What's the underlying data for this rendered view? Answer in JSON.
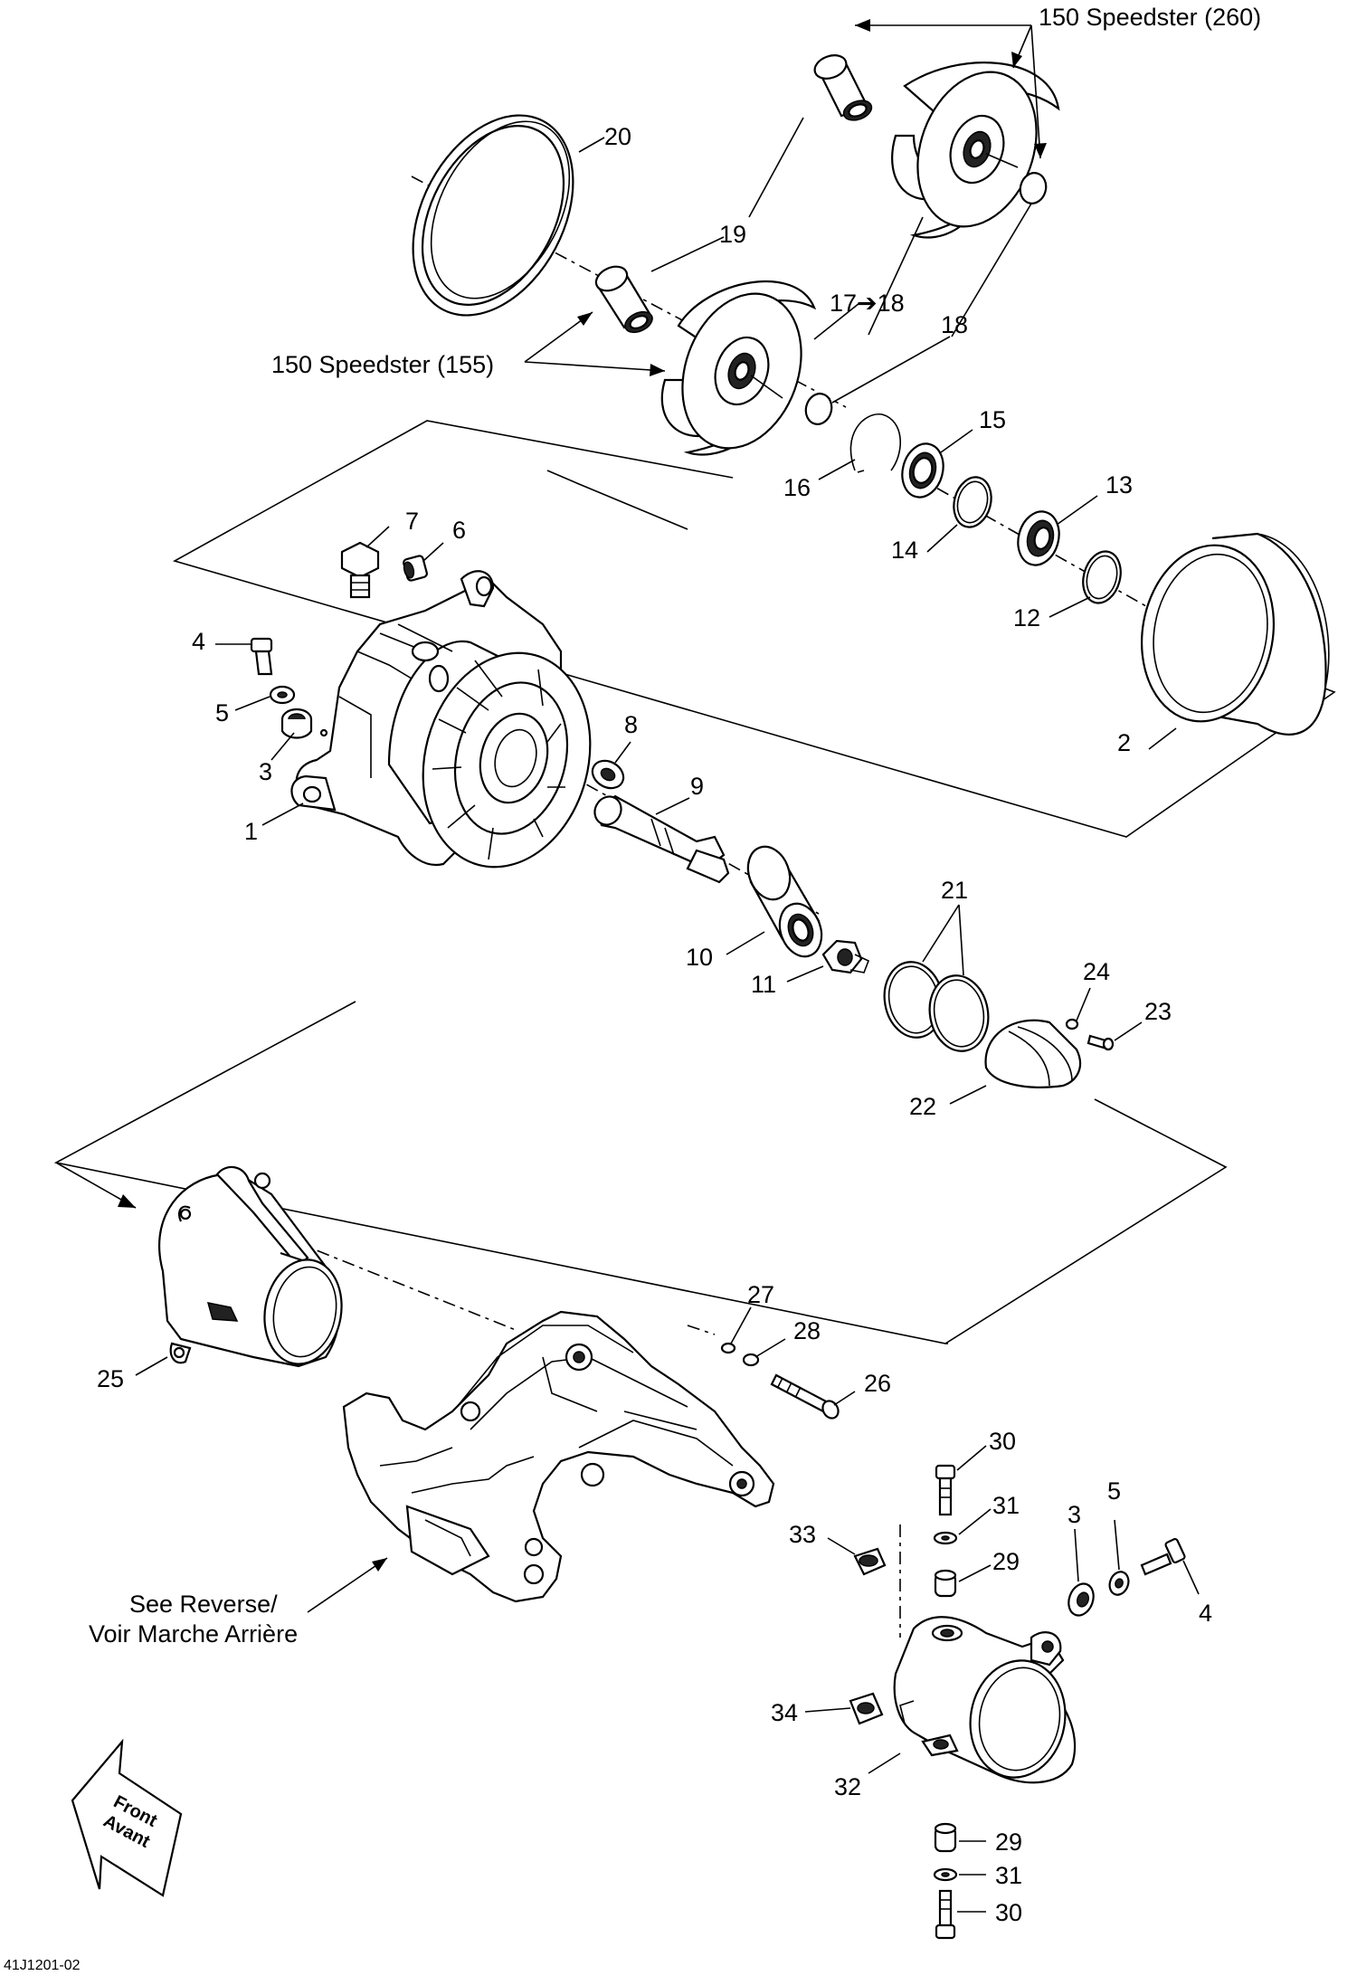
{
  "callouts": [
    {
      "id": "c20",
      "text": "20"
    },
    {
      "id": "c19a",
      "text": "19"
    },
    {
      "id": "c17",
      "text": "17➔18"
    },
    {
      "id": "c18a",
      "text": "18"
    },
    {
      "id": "c15",
      "text": "15"
    },
    {
      "id": "c16",
      "text": "16"
    },
    {
      "id": "c13",
      "text": "13"
    },
    {
      "id": "c14",
      "text": "14"
    },
    {
      "id": "c12",
      "text": "12"
    },
    {
      "id": "c7",
      "text": "7"
    },
    {
      "id": "c6",
      "text": "6"
    },
    {
      "id": "c4a",
      "text": "4"
    },
    {
      "id": "c5a",
      "text": "5"
    },
    {
      "id": "c3a",
      "text": "3"
    },
    {
      "id": "c1",
      "text": "1"
    },
    {
      "id": "c8",
      "text": "8"
    },
    {
      "id": "c9",
      "text": "9"
    },
    {
      "id": "c2",
      "text": "2"
    },
    {
      "id": "c21",
      "text": "21"
    },
    {
      "id": "c10",
      "text": "10"
    },
    {
      "id": "c11",
      "text": "11"
    },
    {
      "id": "c24",
      "text": "24"
    },
    {
      "id": "c23",
      "text": "23"
    },
    {
      "id": "c22",
      "text": "22"
    },
    {
      "id": "c25",
      "text": "25"
    },
    {
      "id": "c27",
      "text": "27"
    },
    {
      "id": "c28",
      "text": "28"
    },
    {
      "id": "c26",
      "text": "26"
    },
    {
      "id": "c30a",
      "text": "30"
    },
    {
      "id": "c31a",
      "text": "31"
    },
    {
      "id": "c29a",
      "text": "29"
    },
    {
      "id": "c33",
      "text": "33"
    },
    {
      "id": "c3b",
      "text": "3"
    },
    {
      "id": "c5b",
      "text": "5"
    },
    {
      "id": "c4b",
      "text": "4"
    },
    {
      "id": "c34",
      "text": "34"
    },
    {
      "id": "c32",
      "text": "32"
    },
    {
      "id": "c29b",
      "text": "29"
    },
    {
      "id": "c31b",
      "text": "31"
    },
    {
      "id": "c30b",
      "text": "30"
    }
  ],
  "notes": {
    "speedster_260": "150 Speedster (260)",
    "speedster_155": "150 Speedster (155)",
    "see_reverse_line1": "See Reverse/",
    "see_reverse_line2": "Voir Marche Arrière"
  },
  "front_arrow": {
    "line1": "Front",
    "line2": "Avant"
  },
  "drawing_code": "41J1201-02"
}
